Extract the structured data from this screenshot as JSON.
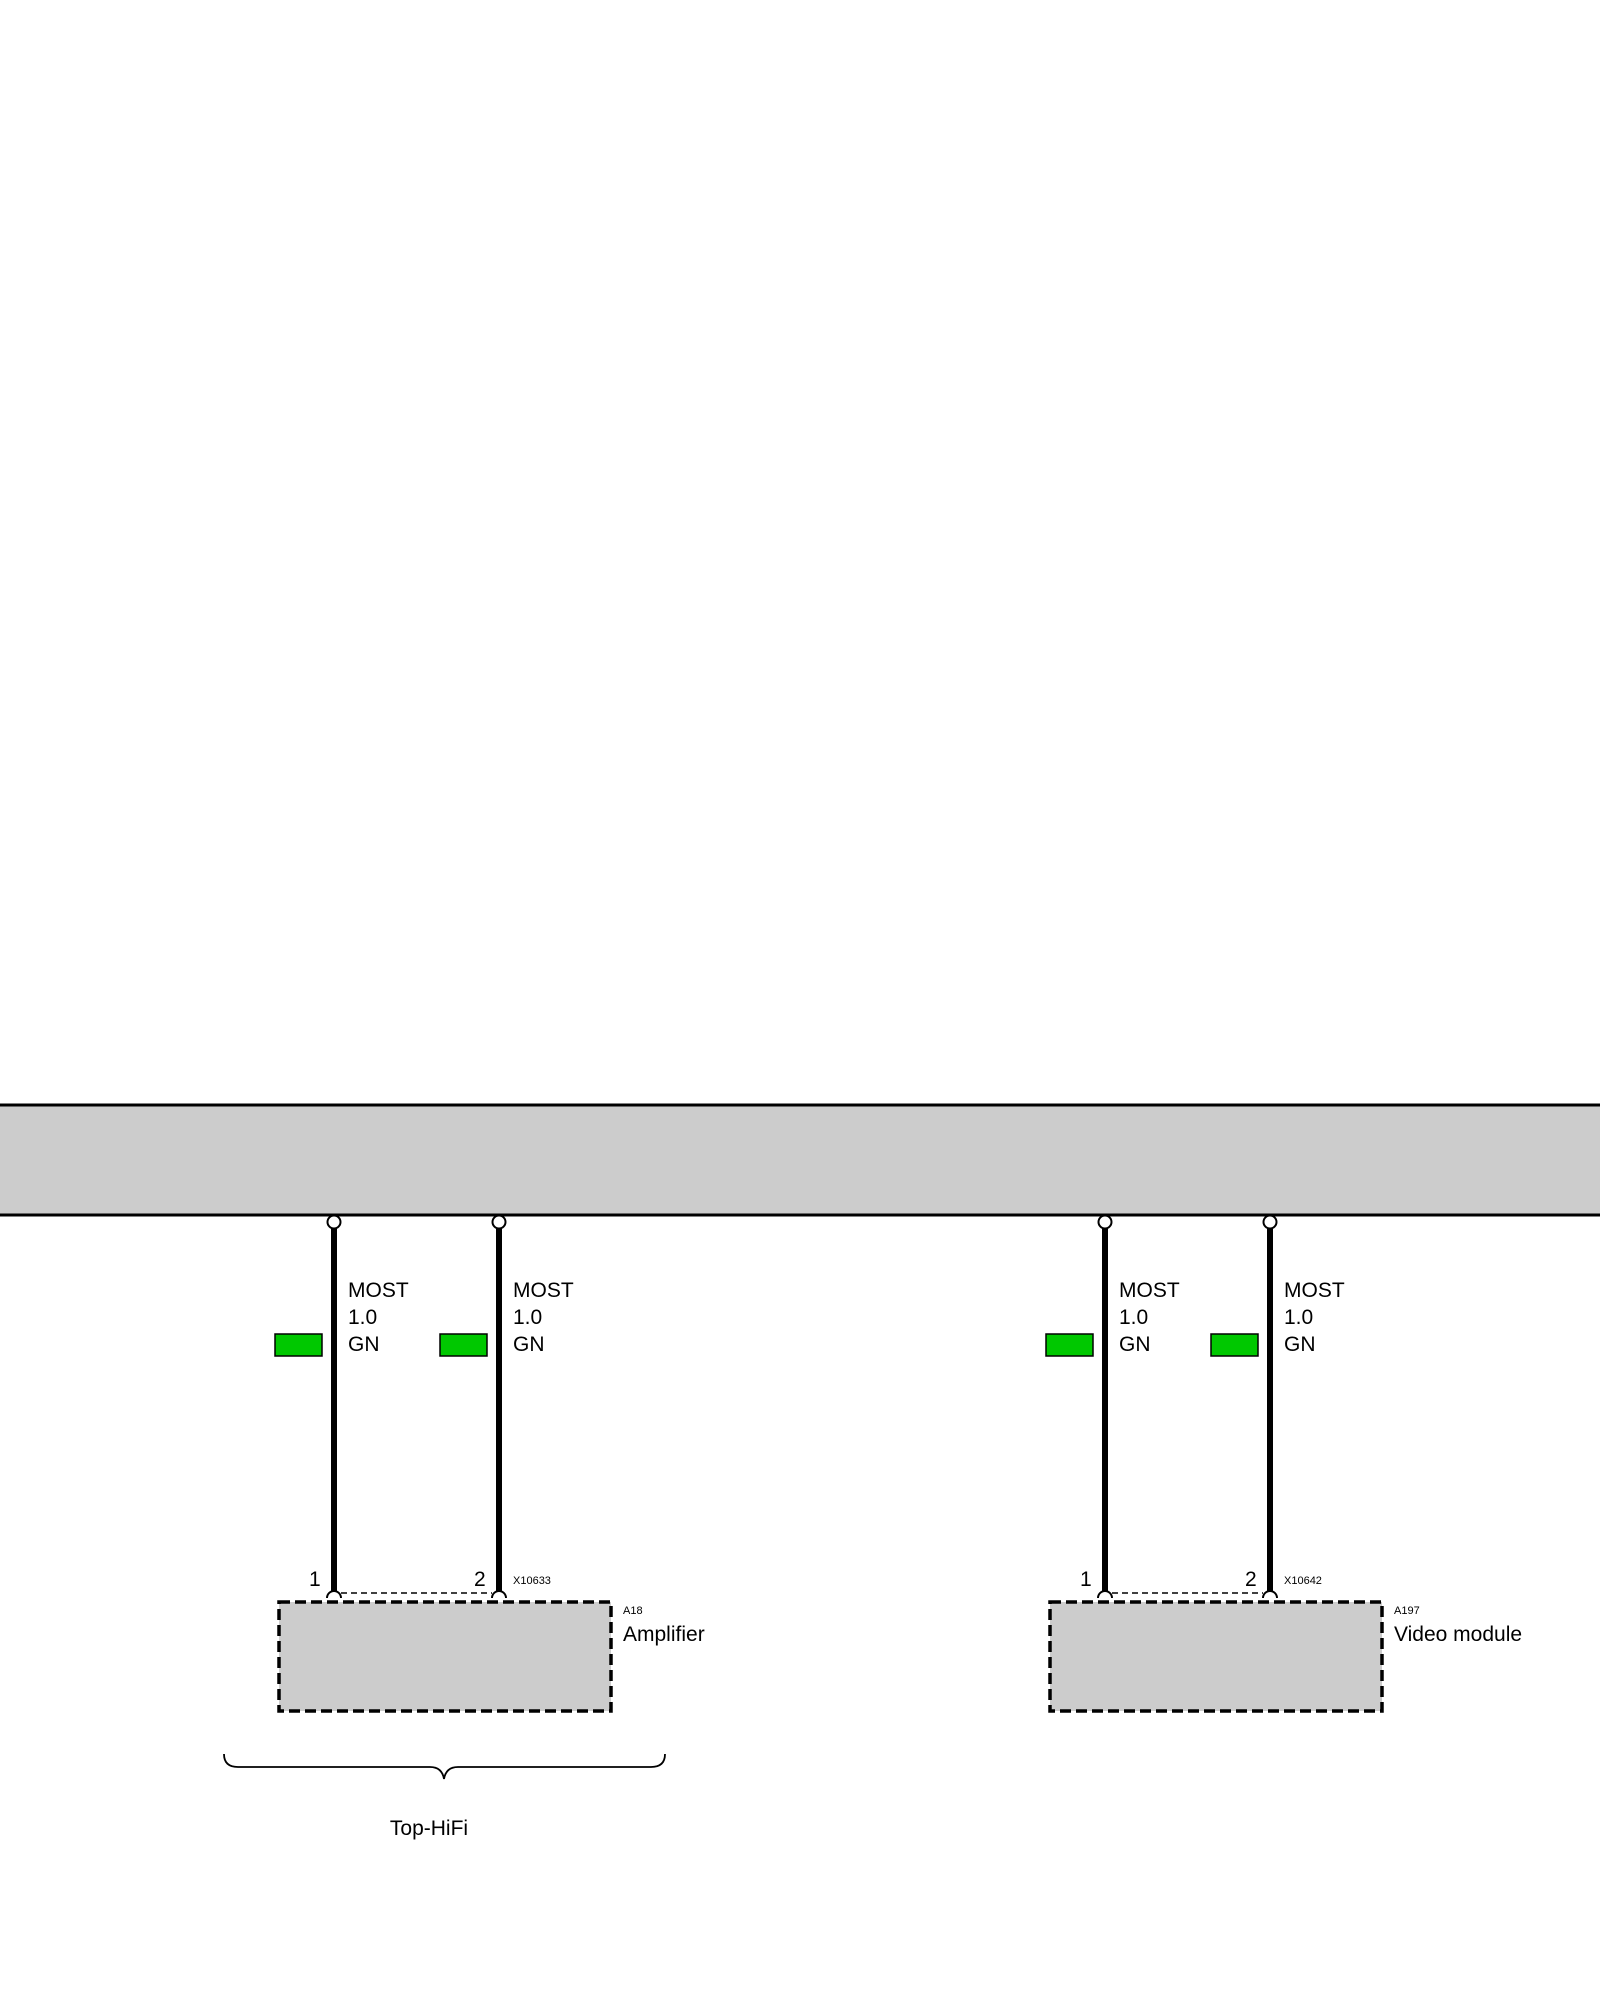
{
  "colors": {
    "background": "#ffffff",
    "module_fill": "#cccccc",
    "line": "#000000",
    "wire_tag": "#00c800"
  },
  "harness": {
    "connector_top": "X10633",
    "connector_bottom": "X10642"
  },
  "components": [
    {
      "code": "A18",
      "name": "Amplifier",
      "connector": "X10633",
      "wires": [
        {
          "pin": "1",
          "signal": "MOST",
          "size": "1.0",
          "color_code": "GN"
        },
        {
          "pin": "2",
          "signal": "MOST",
          "size": "1.0",
          "color_code": "GN"
        }
      ]
    },
    {
      "code": "A197",
      "name": "Video module",
      "connector": "X10642",
      "wires": [
        {
          "pin": "1",
          "signal": "MOST",
          "size": "1.0",
          "color_code": "GN"
        },
        {
          "pin": "2",
          "signal": "MOST",
          "size": "1.0",
          "color_code": "GN"
        }
      ]
    }
  ],
  "group_label": "Top-HiFi"
}
